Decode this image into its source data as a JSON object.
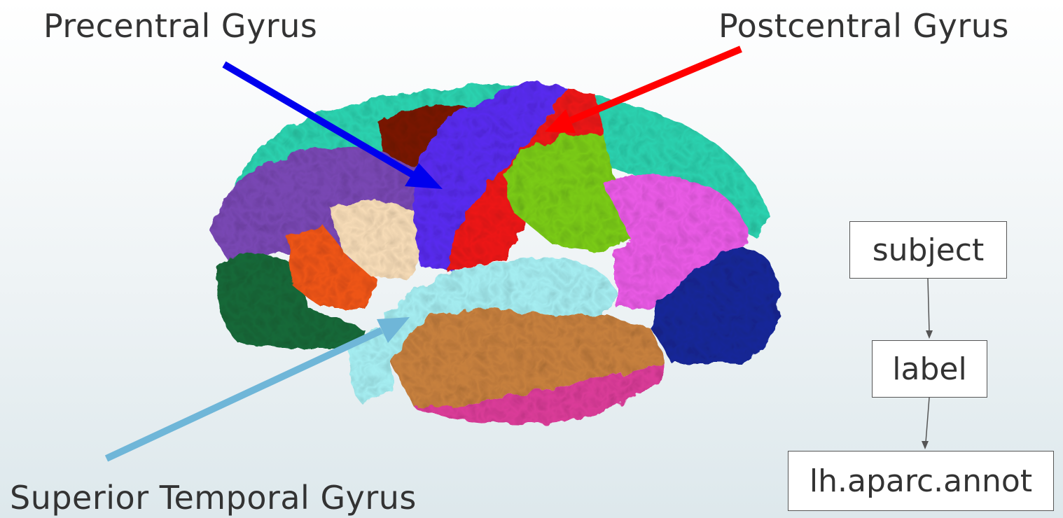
{
  "labels": {
    "precentral": "Precentral Gyrus",
    "postcentral": "Postcentral Gyrus",
    "superior_temporal": "Superior Temporal Gyrus"
  },
  "hierarchy": {
    "level1": "subject",
    "level2": "label",
    "level3": "lh.aparc.annot"
  },
  "colors": {
    "precentral_arrow": "#0000ee",
    "postcentral_arrow": "#ff0000",
    "superior_temporal_arrow": "#6fb6d8",
    "precentral_region": "#5a2ef0",
    "postcentral_region": "#ee1c1c",
    "superior_temporal_region": "#a6eef2"
  }
}
